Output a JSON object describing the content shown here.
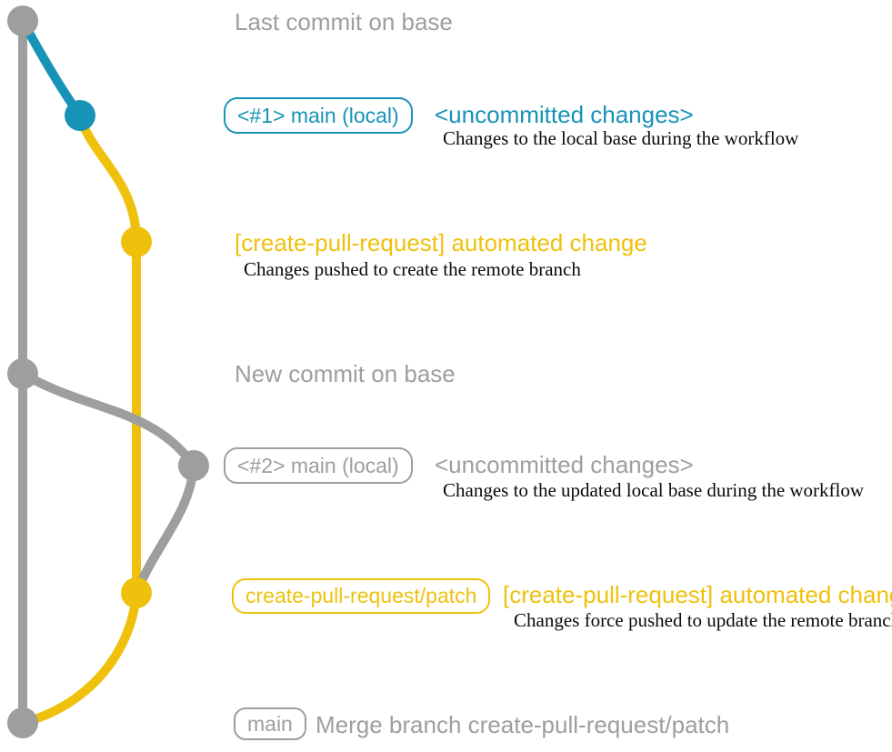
{
  "colors": {
    "base_gray": "#9e9e9e",
    "accent_blue": "#1793b8",
    "accent_yellow": "#efc10d",
    "description_black": "#0a0a0a",
    "background": "#ffffff"
  },
  "graph": {
    "branches": [
      {
        "name": "base",
        "color": "gray"
      },
      {
        "name": "main-local",
        "color": "blue-then-gray"
      },
      {
        "name": "create-pull-request-patch",
        "color": "yellow"
      }
    ],
    "commits": [
      {
        "name": "last-commit-on-base",
        "color": "gray"
      },
      {
        "name": "uncommitted-changes-1",
        "color": "blue"
      },
      {
        "name": "automated-change-1",
        "color": "yellow"
      },
      {
        "name": "new-commit-on-base",
        "color": "gray"
      },
      {
        "name": "uncommitted-changes-2",
        "color": "gray"
      },
      {
        "name": "automated-change-2",
        "color": "yellow"
      },
      {
        "name": "merge-commit",
        "color": "gray"
      }
    ]
  },
  "annotations": {
    "row1": {
      "title": "Last commit on base"
    },
    "row2": {
      "badge": "<#1> main (local)",
      "title": "<uncommitted changes>",
      "description": "Changes to the local base during the workflow"
    },
    "row3": {
      "title": "[create-pull-request] automated change",
      "description": "Changes pushed to create the remote branch"
    },
    "row4": {
      "title": "New commit on base"
    },
    "row5": {
      "badge": "<#2> main (local)",
      "title": "<uncommitted changes>",
      "description": "Changes to the updated local base during the workflow"
    },
    "row6": {
      "badge": "create-pull-request/patch",
      "title": "[create-pull-request] automated change",
      "description": "Changes force pushed to update the remote branch"
    },
    "row7": {
      "badge": "main",
      "title": "Merge branch create-pull-request/patch"
    }
  }
}
